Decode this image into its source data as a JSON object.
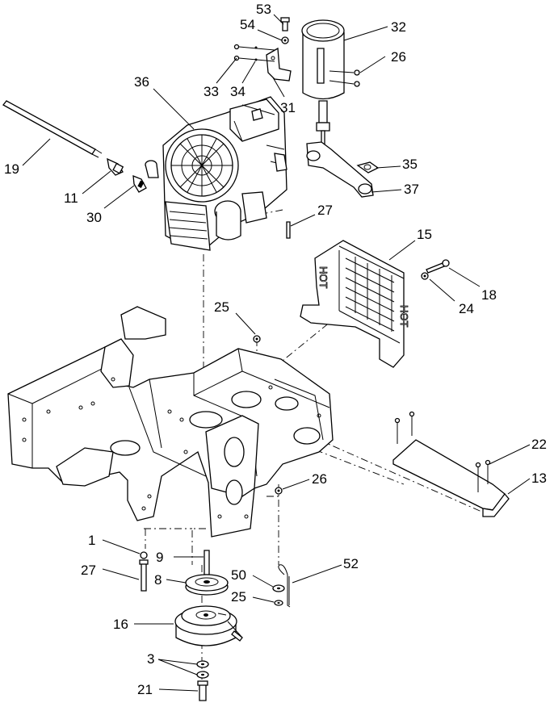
{
  "callouts": [
    {
      "id": "53",
      "label": "53"
    },
    {
      "id": "54",
      "label": "54"
    },
    {
      "id": "32",
      "label": "32"
    },
    {
      "id": "26a",
      "label": "26"
    },
    {
      "id": "36",
      "label": "36"
    },
    {
      "id": "33",
      "label": "33"
    },
    {
      "id": "34",
      "label": "34"
    },
    {
      "id": "31",
      "label": "31"
    },
    {
      "id": "19",
      "label": "19"
    },
    {
      "id": "11",
      "label": "11"
    },
    {
      "id": "30",
      "label": "30"
    },
    {
      "id": "35",
      "label": "35"
    },
    {
      "id": "37",
      "label": "37"
    },
    {
      "id": "27a",
      "label": "27"
    },
    {
      "id": "15",
      "label": "15"
    },
    {
      "id": "18",
      "label": "18"
    },
    {
      "id": "24",
      "label": "24"
    },
    {
      "id": "25a",
      "label": "25"
    },
    {
      "id": "22",
      "label": "22"
    },
    {
      "id": "13",
      "label": "13"
    },
    {
      "id": "26b",
      "label": "26"
    },
    {
      "id": "1",
      "label": "1"
    },
    {
      "id": "9",
      "label": "9"
    },
    {
      "id": "27b",
      "label": "27"
    },
    {
      "id": "8",
      "label": "8"
    },
    {
      "id": "50",
      "label": "50"
    },
    {
      "id": "52",
      "label": "52"
    },
    {
      "id": "25b",
      "label": "25"
    },
    {
      "id": "16",
      "label": "16"
    },
    {
      "id": "3",
      "label": "3"
    },
    {
      "id": "21",
      "label": "21"
    }
  ],
  "shield_stamp": {
    "left": "HOT",
    "right": "HOT"
  }
}
